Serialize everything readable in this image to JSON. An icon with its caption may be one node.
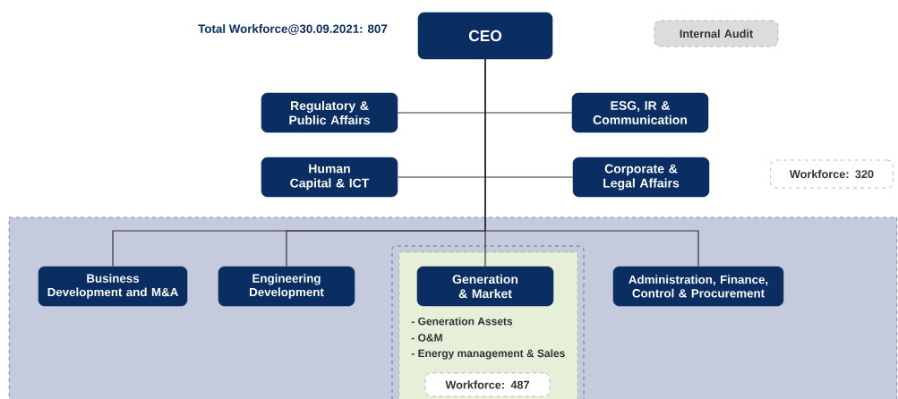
{
  "diagram": {
    "nodes": [
      {
        "text": [
          "CEO"
        ]
      },
      {
        "text": [
          "Internal Audit"
        ]
      },
      {
        "text": [
          "Regulatory & Public Affairs"
        ]
      },
      {
        "text": [
          "ESG, IR & Communication"
        ]
      },
      {
        "text": [
          "Human Capital & ICT"
        ]
      },
      {
        "text": [
          "Corporate & Legal Affairs"
        ]
      },
      {
        "text": [
          "Workforce: 320"
        ]
      },
      {
        "text": [],
        "shape": "box"
      },
      {
        "text": [
          "Business Development and M&A"
        ],
        "in": 7
      },
      {
        "text": [
          "Engineering Development"
        ],
        "in": 7
      },
      {
        "text": [
          "- Generation Assets",
          "- O&M",
          "- Energy management & Sales"
        ],
        "in": 7
      },
      {
        "text": [
          "Generation & Market"
        ],
        "in": 10
      },
      {
        "text": [
          "Workforce: 487"
        ],
        "in": 10
      },
      {
        "text": [
          "Administration, Finance, Control & Procurement"
        ],
        "in": 7
      }
    ],
    "edges": [
      {
        "from": 0,
        "to": 2,
        "arrow": "none"
      },
      {
        "from": 0,
        "to": 3,
        "arrow": "none"
      },
      {
        "from": 0,
        "to": 4,
        "arrow": "none"
      },
      {
        "from": 0,
        "to": 5,
        "arrow": "none"
      },
      {
        "from": 0,
        "to": 8,
        "arrow": "none"
      },
      {
        "from": 0,
        "to": 9,
        "arrow": "none"
      },
      {
        "from": 0,
        "to": 11,
        "arrow": "none"
      },
      {
        "from": 0,
        "to": 13,
        "arrow": "none"
      }
    ],
    "labels": [
      "Total Workforce@30.09.2021: 807"
    ]
  }
}
